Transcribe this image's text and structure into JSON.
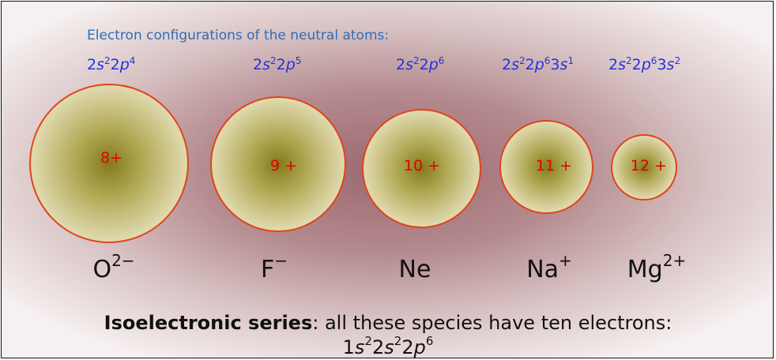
{
  "caption": "Electron configurations of the neutral atoms:",
  "configs": [
    {
      "parts": [
        "2",
        "s",
        "2",
        "2",
        "p",
        "4"
      ]
    },
    {
      "parts": [
        "2",
        "s",
        "2",
        "2",
        "p",
        "5"
      ]
    },
    {
      "parts": [
        "2",
        "s",
        "2",
        "2",
        "p",
        "6"
      ]
    },
    {
      "parts": [
        "2",
        "s",
        "2",
        "2",
        "p",
        "6",
        "3",
        "s",
        "1"
      ]
    },
    {
      "parts": [
        "2",
        "s",
        "2",
        "2",
        "p",
        "6",
        "3",
        "s",
        "2"
      ]
    }
  ],
  "atoms": [
    {
      "charge": "8+",
      "symbol": "O",
      "ion_charge": "2−"
    },
    {
      "charge": "9 +",
      "symbol": "F",
      "ion_charge": "−"
    },
    {
      "charge": "10 +",
      "symbol": "Ne",
      "ion_charge": ""
    },
    {
      "charge": "11 +",
      "symbol": "Na",
      "ion_charge": "+"
    },
    {
      "charge": "12 +",
      "symbol": "Mg",
      "ion_charge": "2+"
    }
  ],
  "series": {
    "term": "Isoelectronic series",
    "text": ": all these species have ten electrons:",
    "ground_state": [
      "1",
      "s",
      "2",
      "2",
      "s",
      "2",
      "2",
      "p",
      "6"
    ]
  },
  "colors": {
    "config_text": "#2233dd",
    "caption_text": "#2f6db8",
    "nucleus_charge": "#e00000",
    "atom_border": "#e04418"
  }
}
